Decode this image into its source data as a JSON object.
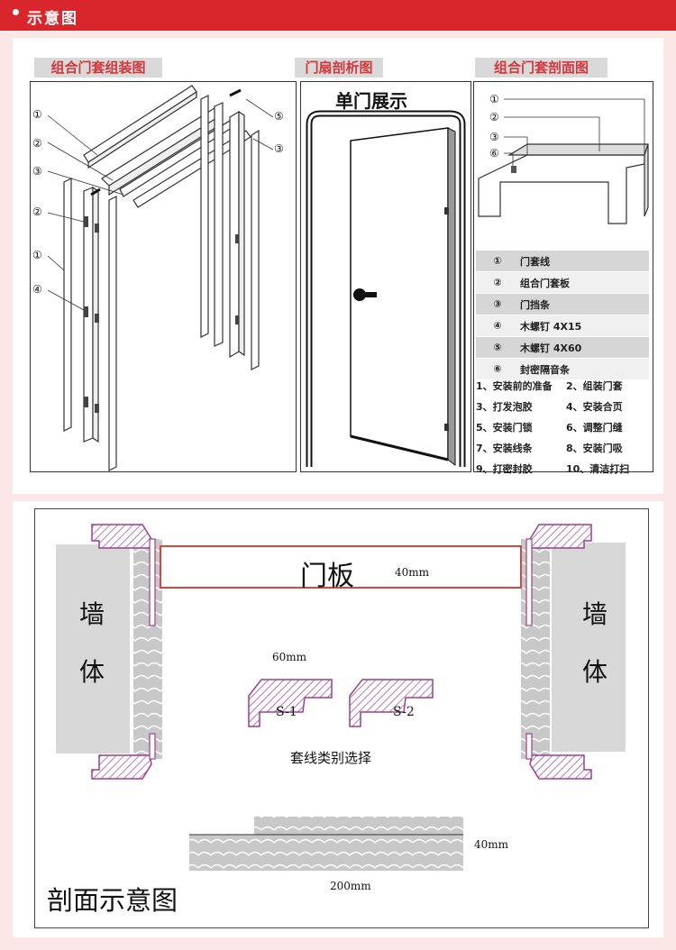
{
  "header": {
    "title": "示意图"
  },
  "assembly": {
    "title": "组合门套组装图",
    "callouts": [
      "①",
      "②",
      "③",
      "②",
      "①",
      "④",
      "⑤",
      "③"
    ]
  },
  "door_view": {
    "tab": "门扇剖析图",
    "title": "单门展示"
  },
  "section_view": {
    "tab": "组合门套剖面图",
    "callouts": [
      "①",
      "②",
      "③",
      "⑥"
    ]
  },
  "parts_table": [
    {
      "num": "①",
      "name": "门套线"
    },
    {
      "num": "②",
      "name": "组合门套板"
    },
    {
      "num": "③",
      "name": "门挡条"
    },
    {
      "num": "④",
      "name": "木螺钉 4X15"
    },
    {
      "num": "⑤",
      "name": "木螺钉 4X60"
    },
    {
      "num": "⑥",
      "name": "封密隔音条"
    }
  ],
  "steps": [
    [
      "1、安装前的准备",
      "2、组装门套"
    ],
    [
      "3、打发泡胶",
      "4、安装合页"
    ],
    [
      "5、安装门锁",
      "6、调整门缝"
    ],
    [
      "7、安装线条",
      "8、安装门吸"
    ],
    [
      "9、打密封胶",
      "10、清洁打扫"
    ]
  ],
  "cross_section": {
    "door_panel": "门板",
    "door_thickness": "40mm",
    "wall_left": [
      "墙",
      "体"
    ],
    "wall_right": [
      "墙",
      "体"
    ],
    "trim_width": "60mm",
    "option_s1": "S-1",
    "option_s2": "S-2",
    "trim_caption": "套线类别选择",
    "board_thickness": "40mm",
    "board_width": "200mm",
    "caption": "剖面示意图"
  },
  "colors": {
    "header": "#d9262c",
    "accent_text": "#d3363b",
    "trim": "#9b3f8e",
    "wall": "#d8d8d8"
  }
}
